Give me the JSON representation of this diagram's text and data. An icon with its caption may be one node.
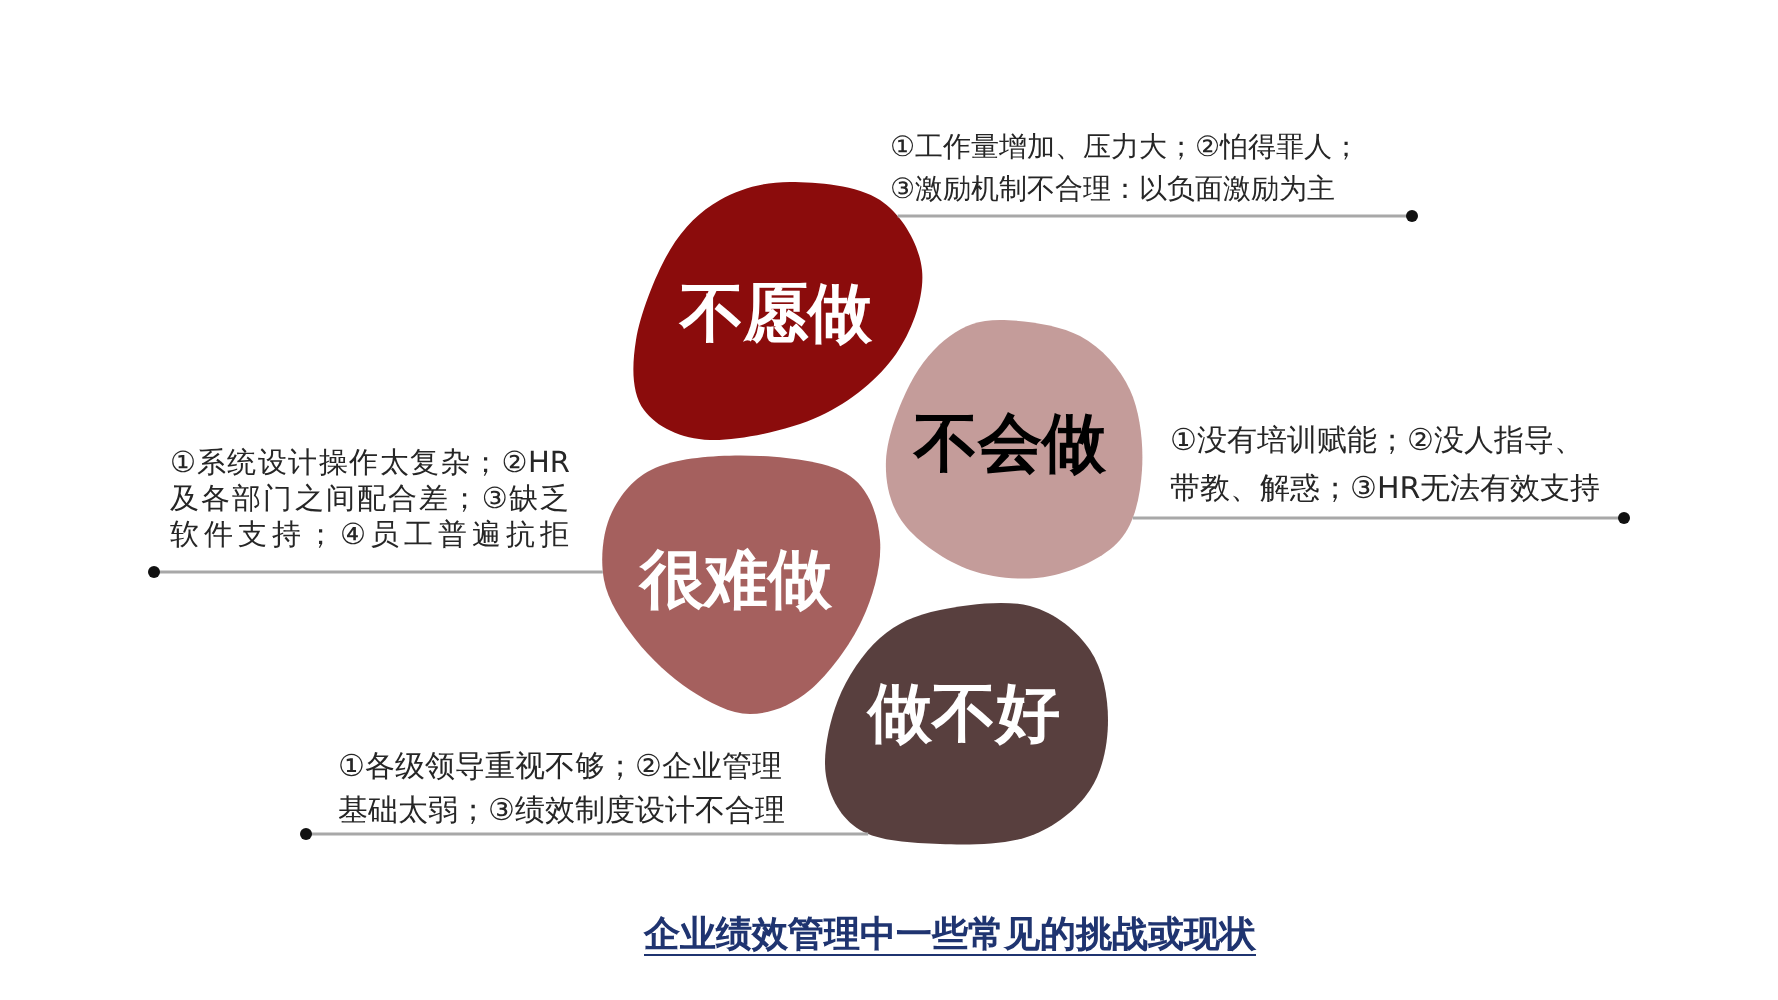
{
  "diagram": {
    "caption": "企业绩效管理中一些常见的挑战或现状",
    "nodes": [
      {
        "text": [
          "不愿做"
        ]
      },
      {
        "text": [
          "①工作量增加、压力大；②怕得罪人；③激励机制不合理：以负面激励为主"
        ]
      },
      {
        "text": [
          "不会做"
        ]
      },
      {
        "text": [
          "①没有培训赋能；②没人指导、带教、解惑；③HR无法有效支持"
        ]
      },
      {
        "text": [
          "很难做"
        ]
      },
      {
        "text": [
          "①系统设计操作太复杂；②HR及各部门之间配合差；③缺乏软件支持；④员工普遍抗拒"
        ]
      },
      {
        "text": [
          "做不好"
        ]
      },
      {
        "text": [
          "①各级领导重视不够；②企业管理基础太弱；③绩效制度设计不合理"
        ]
      }
    ],
    "edges": [
      {
        "from": 1,
        "to": 0,
        "arrow": "other"
      },
      {
        "from": 3,
        "to": 2,
        "arrow": "other"
      },
      {
        "from": 5,
        "to": 4,
        "arrow": "other"
      },
      {
        "from": 7,
        "to": 6,
        "arrow": "other"
      }
    ]
  }
}
